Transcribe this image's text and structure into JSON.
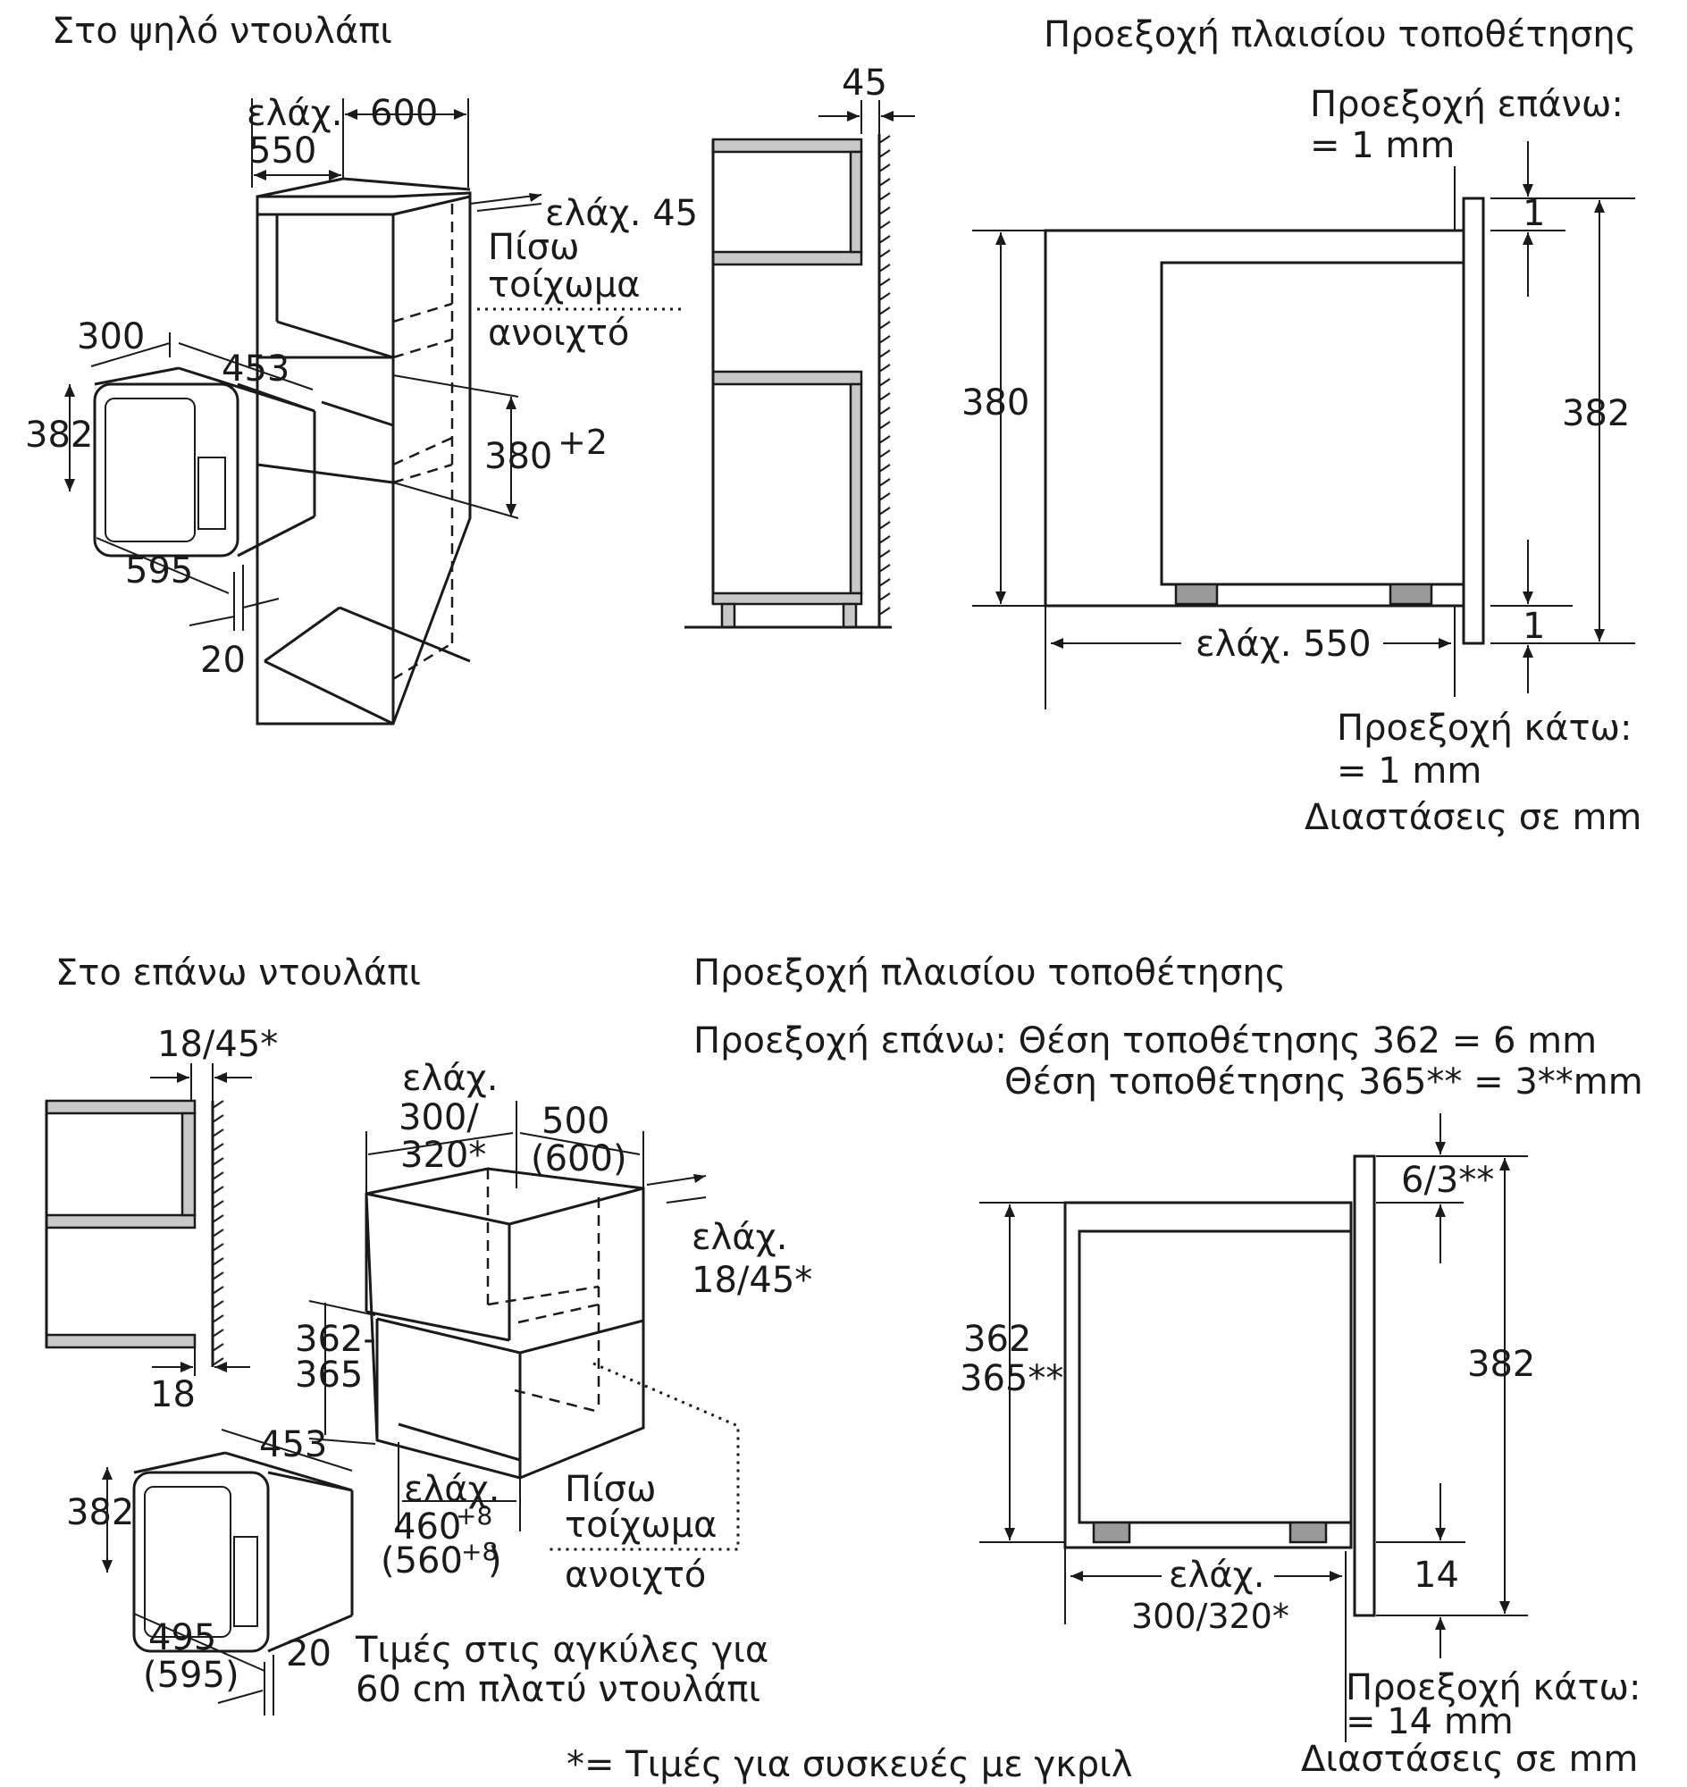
{
  "tall_cabinet": {
    "title": "Στο ψηλό ντουλάπι",
    "label_min": "ελάχ.",
    "dim_600": "600",
    "dim_550": "550",
    "dim_min45": "ελάχ. 45",
    "back_wall": [
      "Πίσω",
      "τοίχωμα",
      "ανοιχτό"
    ],
    "dim_300": "300",
    "dim_453": "453",
    "dim_382": "382",
    "dim_380": "380",
    "dim_380_tol": "+2",
    "dim_595": "595",
    "dim_20": "20",
    "side_gap": "45"
  },
  "frame_top": {
    "title": "Προεξοχή πλαισίου τοποθέτησης",
    "overhang_top": [
      "Προεξοχή επάνω:",
      "= 1 mm"
    ],
    "dim_1_top": "1",
    "dim_380": "380",
    "dim_382": "382",
    "dim_1_bottom": "1",
    "dim_min550": "ελάχ. 550",
    "overhang_bottom": [
      "Προεξοχή κάτω:",
      "= 1 mm"
    ],
    "units": "Διαστάσεις σε mm"
  },
  "upper_cabinet": {
    "title": "Στο επάνω ντουλάπι",
    "dim_18_45": "18/45*",
    "dim_18": "18",
    "min_width": [
      "ελάχ.",
      "300/",
      "320*"
    ],
    "dim_500": "500",
    "dim_600": "(600)",
    "min_depth": [
      "ελάχ.",
      "18/45*"
    ],
    "height_range": [
      "362-",
      "365"
    ],
    "dim_453": "453",
    "dim_382": "382",
    "min_460": "ελάχ.",
    "dim_460": "460",
    "dim_560": "(560",
    "tol_8": "+8",
    "close_paren": ")",
    "back_wall": [
      "Πίσω",
      "τοίχωμα",
      "ανοιχτό"
    ],
    "dim_495": "495",
    "dim_595": "(595)",
    "dim_20": "20",
    "note_60cm": [
      "Τιμές στις αγκύλες για",
      "60 cm πλατύ ντουλάπι"
    ]
  },
  "frame_bottom": {
    "title": "Προεξοχή πλαισίου τοποθέτησης",
    "overhang_top_1": "Προεξοχή επάνω: Θέση τοποθέτησης 362 = 6 mm",
    "overhang_top_2": "Θέση τοποθέτησης 365** = 3**mm",
    "dim_6_3": "6/3**",
    "dim_362": "362",
    "dim_365": "365**",
    "dim_382": "382",
    "dim_14": "14",
    "min_width": [
      "ελάχ.",
      "300/320*"
    ],
    "overhang_bottom": [
      "Προεξοχή κάτω:",
      "= 14 mm"
    ],
    "units": "Διαστάσεις σε mm"
  },
  "footnote": "*= Τιμές για συσκευές με γκριλ"
}
